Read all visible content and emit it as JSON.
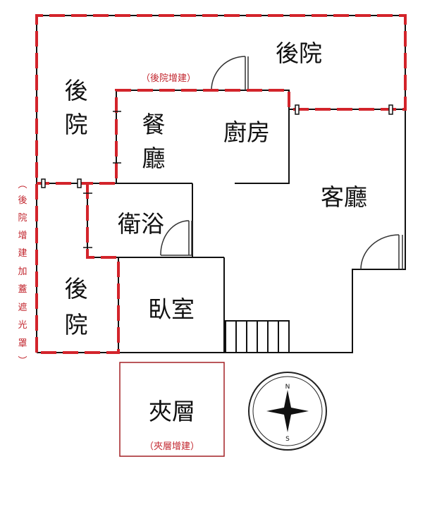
{
  "rooms": {
    "backyard_top": "後院",
    "backyard_left_1": "後",
    "backyard_left_2": "院",
    "backyard_lower_1": "後",
    "backyard_lower_2": "院",
    "dining_1": "餐",
    "dining_2": "廳",
    "kitchen": "廚房",
    "living": "客廳",
    "bathroom": "衛浴",
    "bedroom": "臥室",
    "mezzanine": "夾層"
  },
  "notes": {
    "backyard_addition": "（後院增建）",
    "mezzanine_addition": "（夾層增建）",
    "vertical_note": [
      "︵",
      "後",
      "院",
      "增",
      "建",
      "加",
      "蓋",
      "遮",
      "光",
      "罩",
      "︶"
    ]
  },
  "compass": {
    "north": "N",
    "south": "S"
  },
  "colors": {
    "wall": "#111111",
    "addition_outline": "#d3242b",
    "note_text": "#c2262e"
  }
}
